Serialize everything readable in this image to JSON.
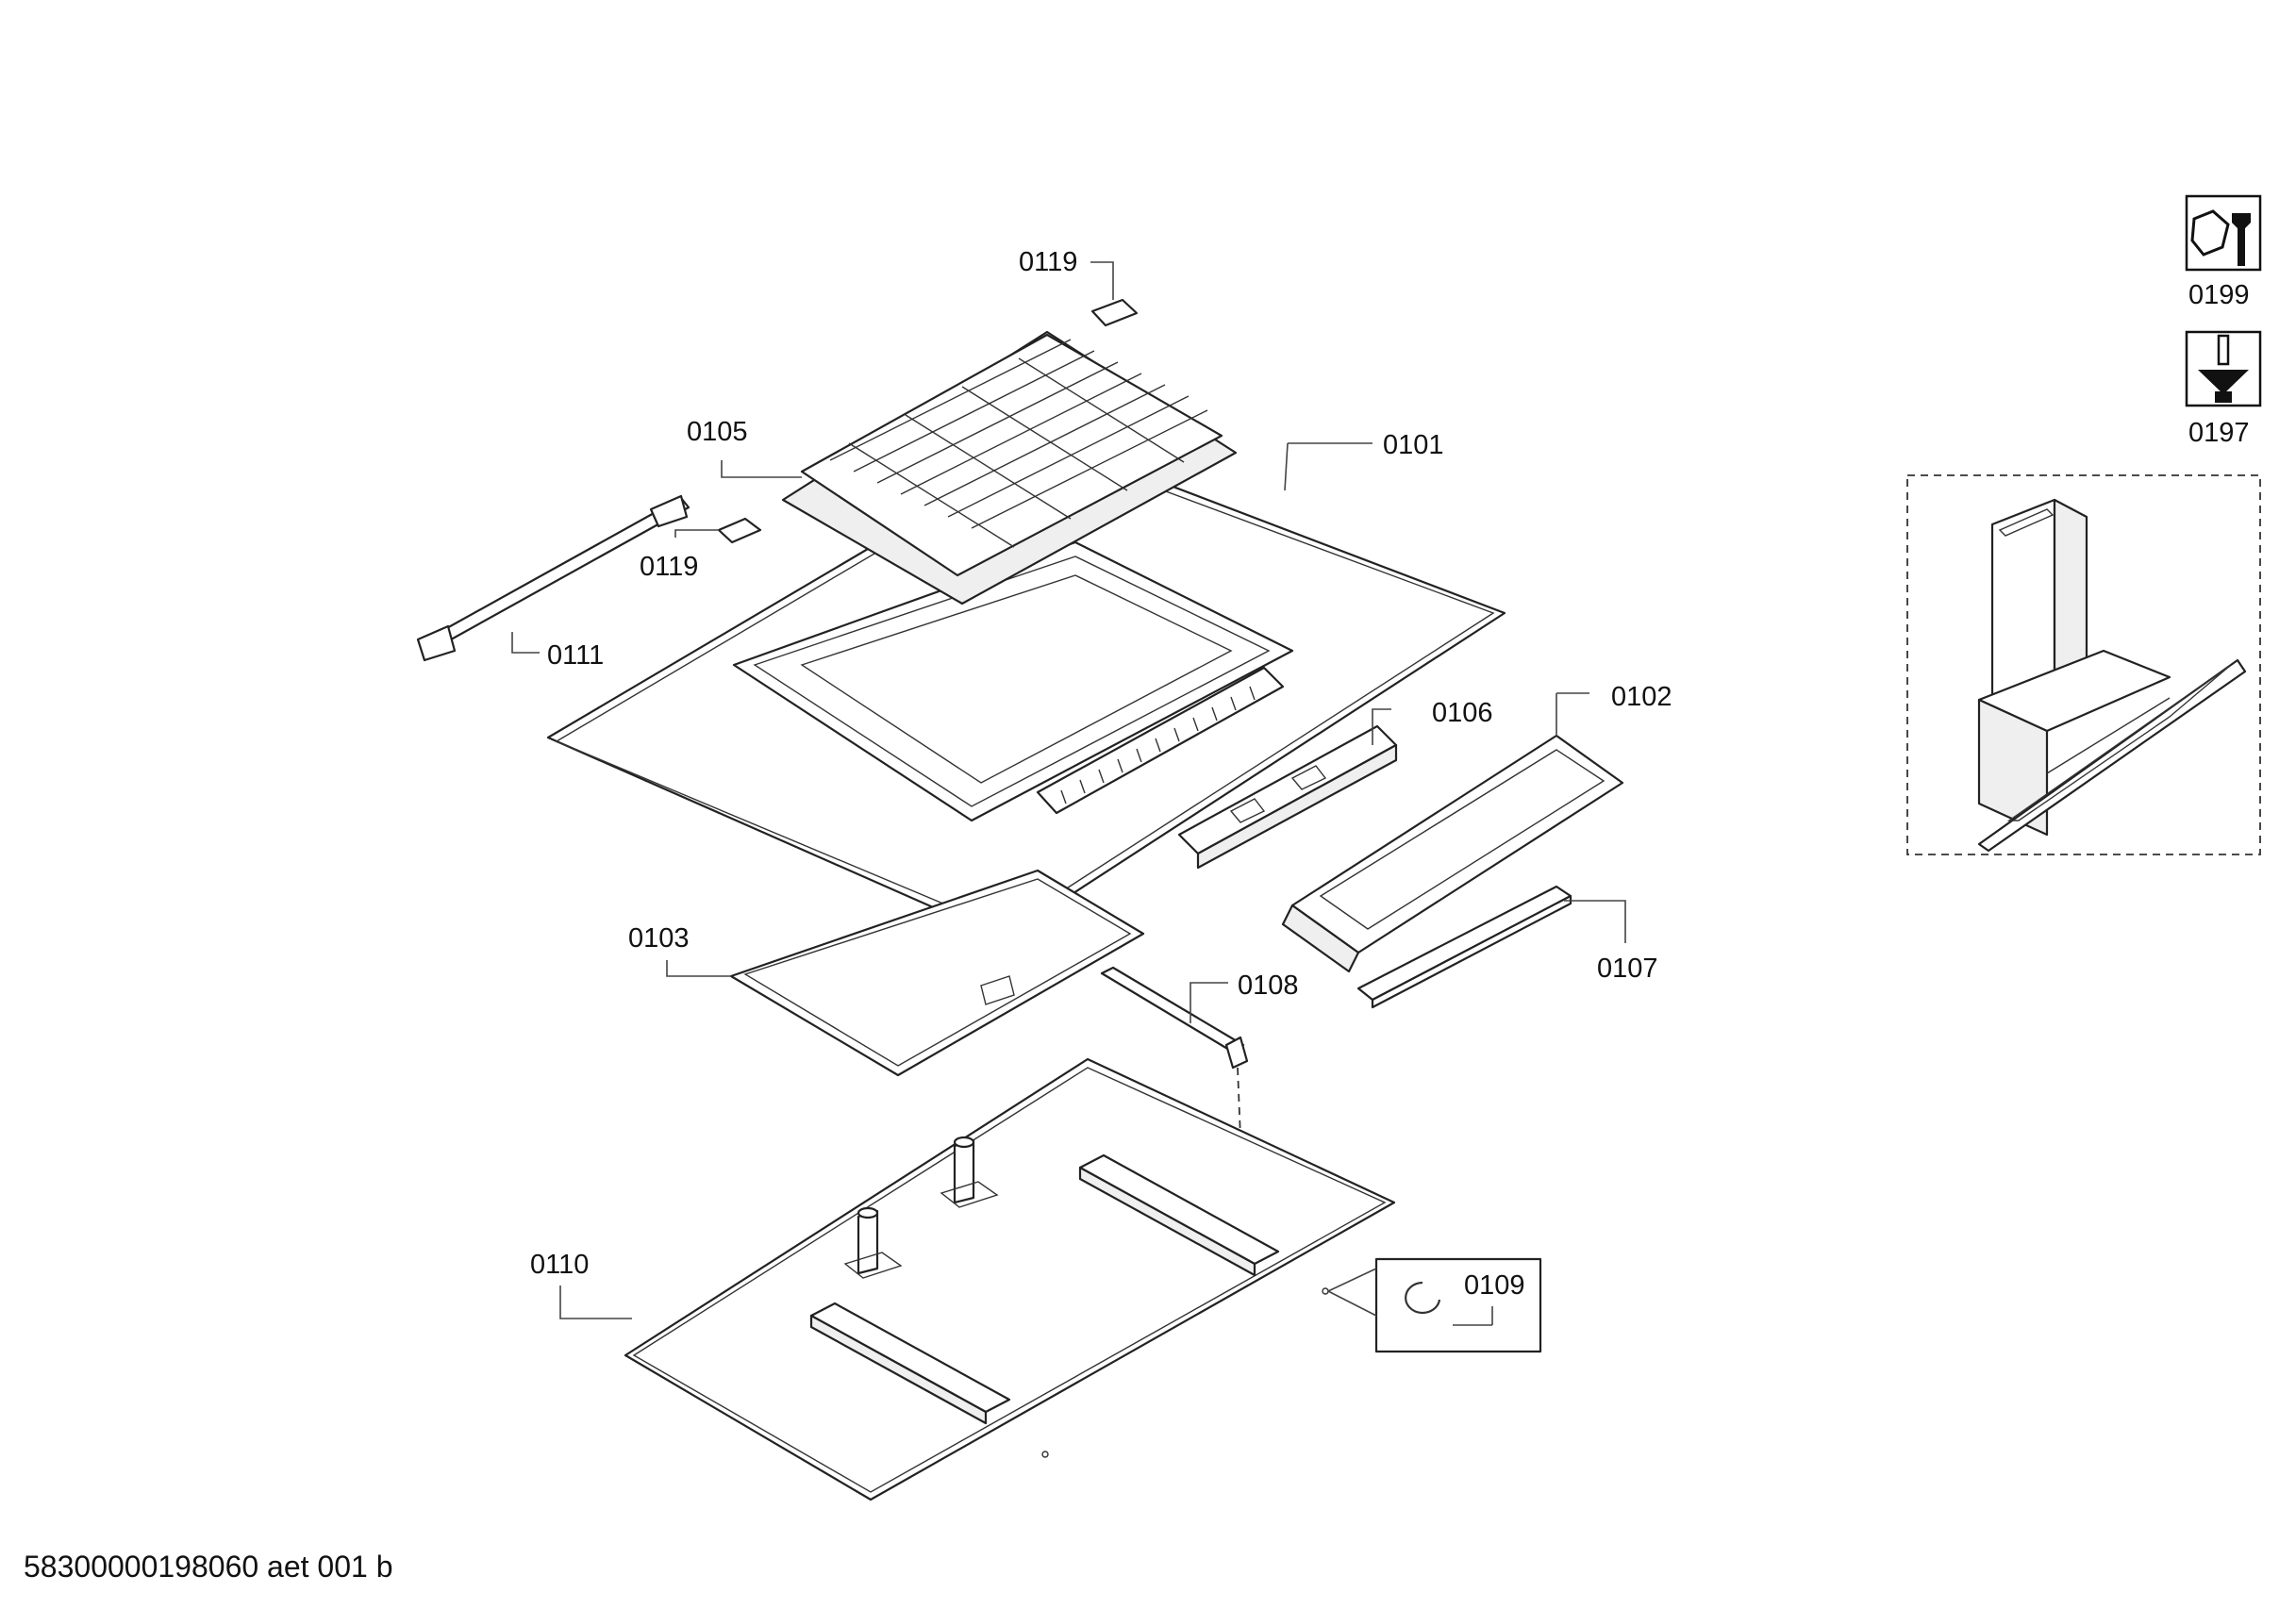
{
  "document_id": "58300000198060 aet 001 b",
  "part_labels": {
    "p0119_top": "0119",
    "p0105": "0105",
    "p0101": "0101",
    "p0119_mid": "0119",
    "p0111": "0111",
    "p0106": "0106",
    "p0102": "0102",
    "p0103": "0103",
    "p0108": "0108",
    "p0107": "0107",
    "p0110": "0110",
    "p0109": "0109"
  },
  "tool_icons": [
    {
      "icon": "wrench-nut-icon",
      "label": "0199"
    },
    {
      "icon": "screwdriver-screw-icon",
      "label": "0197"
    }
  ],
  "overview": {
    "icon": "range-hood-overview-icon"
  },
  "colors": {
    "line": "#222222",
    "background": "#ffffff"
  }
}
